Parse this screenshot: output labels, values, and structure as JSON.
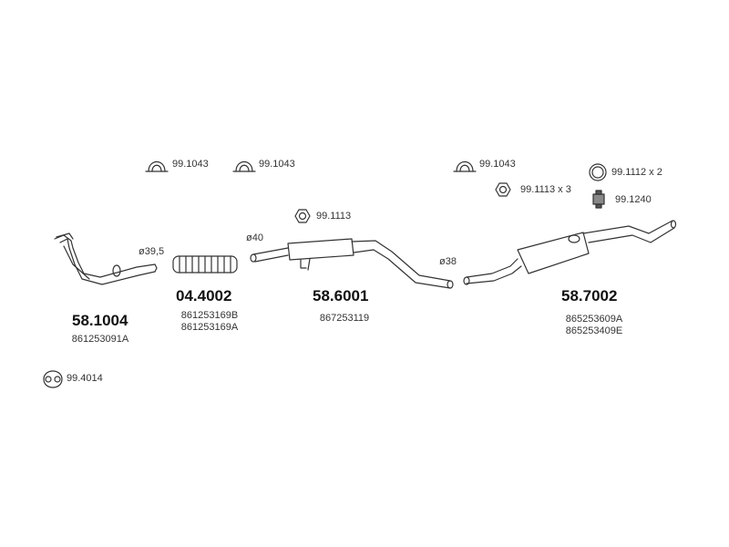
{
  "clamps": {
    "c1": "99.1043",
    "c2": "99.1043",
    "c3": "99.1043"
  },
  "seals": {
    "ring": "99.1112 x 2",
    "gasket_x3": "99.1113 x 3",
    "gasket_mid": "99.1113",
    "flange": "99.4014"
  },
  "hanger": "99.1240",
  "diameters": {
    "d1": "ø39,5",
    "d2": "ø40",
    "d3": "ø38"
  },
  "parts": [
    {
      "number": "58.1004",
      "oem": [
        "861253091A"
      ]
    },
    {
      "number": "04.4002",
      "oem": [
        "861253169B",
        "861253169A"
      ]
    },
    {
      "number": "58.6001",
      "oem": [
        "867253119"
      ]
    },
    {
      "number": "58.7002",
      "oem": [
        "865253609A",
        "865253409E"
      ]
    }
  ]
}
